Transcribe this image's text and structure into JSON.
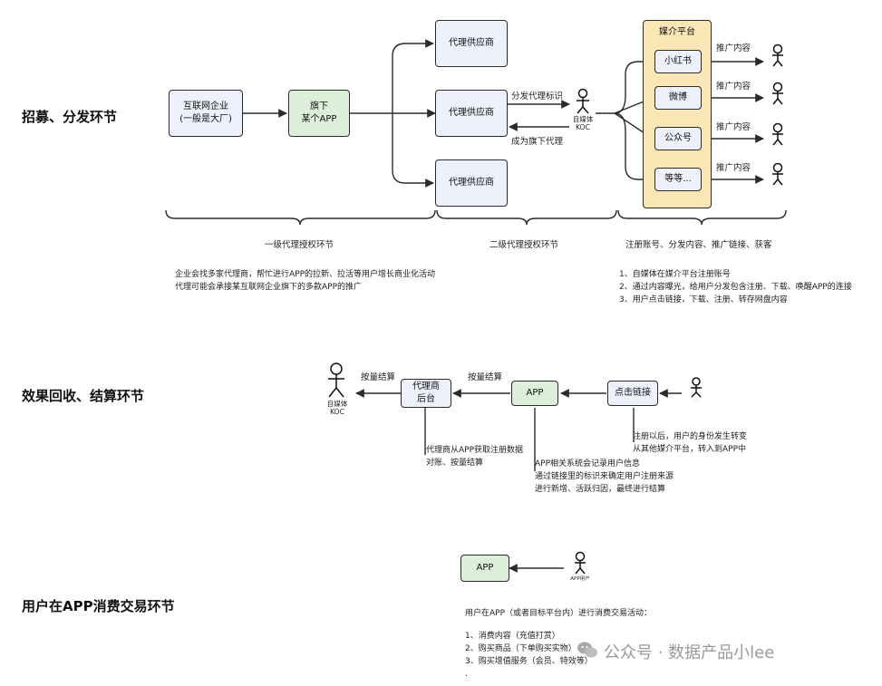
{
  "sections": {
    "recruit": "招募、分发环节",
    "settle": "效果回收、结算环节",
    "consume": "用户在APP消费交易环节"
  },
  "nodes": {
    "internet_company": "互联网企业\n(一般是大厂)",
    "app_under": "旗下\n某个APP",
    "supplier1": "代理供应商",
    "supplier2": "代理供应商",
    "supplier3": "代理供应商",
    "media_platform": "媒介平台",
    "xiaohongshu": "小红书",
    "weibo": "微博",
    "gongzhonghao": "公众号",
    "etc": "等等..."
  },
  "labels": {
    "distribute_tag": "分发代理标识",
    "become_agent": "成为旗下代理",
    "koc": "自媒体\nKOC",
    "promote": "推广内容",
    "first_level": "一级代理授权环节",
    "second_level": "二级代理授权环节",
    "register_flow": "注册账号、分发内容、推广链接、获客"
  },
  "notes": {
    "enterprise_1": "企业会找多家代理商，帮忙进行APP的拉新、拉活等用户增长商业化活动",
    "enterprise_2": "代理可能会承接某互联网企业旗下的多款APP的推广",
    "media_1": "1、自媒体在媒介平台注册账号",
    "media_2": "2、通过内容曝光，给用户分发包含注册、下载、唤醒APP的连接",
    "media_3": "3、用户点击链接，下载、注册、转存网盘内容"
  },
  "settlement": {
    "pay1": "按量结算",
    "pay2": "按量结算",
    "koc": "自媒体\nKOC",
    "agent_backend": "代理商\n后台",
    "app": "APP",
    "click_link": "点击链接",
    "agent_note_1": "代理商从APP获取注册数据",
    "agent_note_2": "对账、按量结算",
    "app_note_1": "APP相关系统会记录用户信息",
    "app_note_2": "通过链接里的标识来确定用户注册来源",
    "app_note_3": "进行新增、活跃归因，最终进行结算",
    "click_note_1": "注册以后，用户的身份发生转变",
    "click_note_2": "从其他媒介平台，转入到APP中"
  },
  "consume": {
    "app": "APP",
    "app_user": "APP用户",
    "intro": "用户在APP（或者目标平台内）进行消费交易活动：",
    "item1": "1、消费内容（充值打赏）",
    "item2": "2、购买商品（下单购买实物）",
    "item3": "3、购买增值服务（会员、特效等）",
    "dot": "."
  },
  "watermark": "公众号 · 数据产品小lee",
  "colors": {
    "blue_box": "#eef1fb",
    "green_box": "#dcefd9",
    "yellow_panel": "#fbe7b5",
    "line": "#2b2b2b"
  }
}
